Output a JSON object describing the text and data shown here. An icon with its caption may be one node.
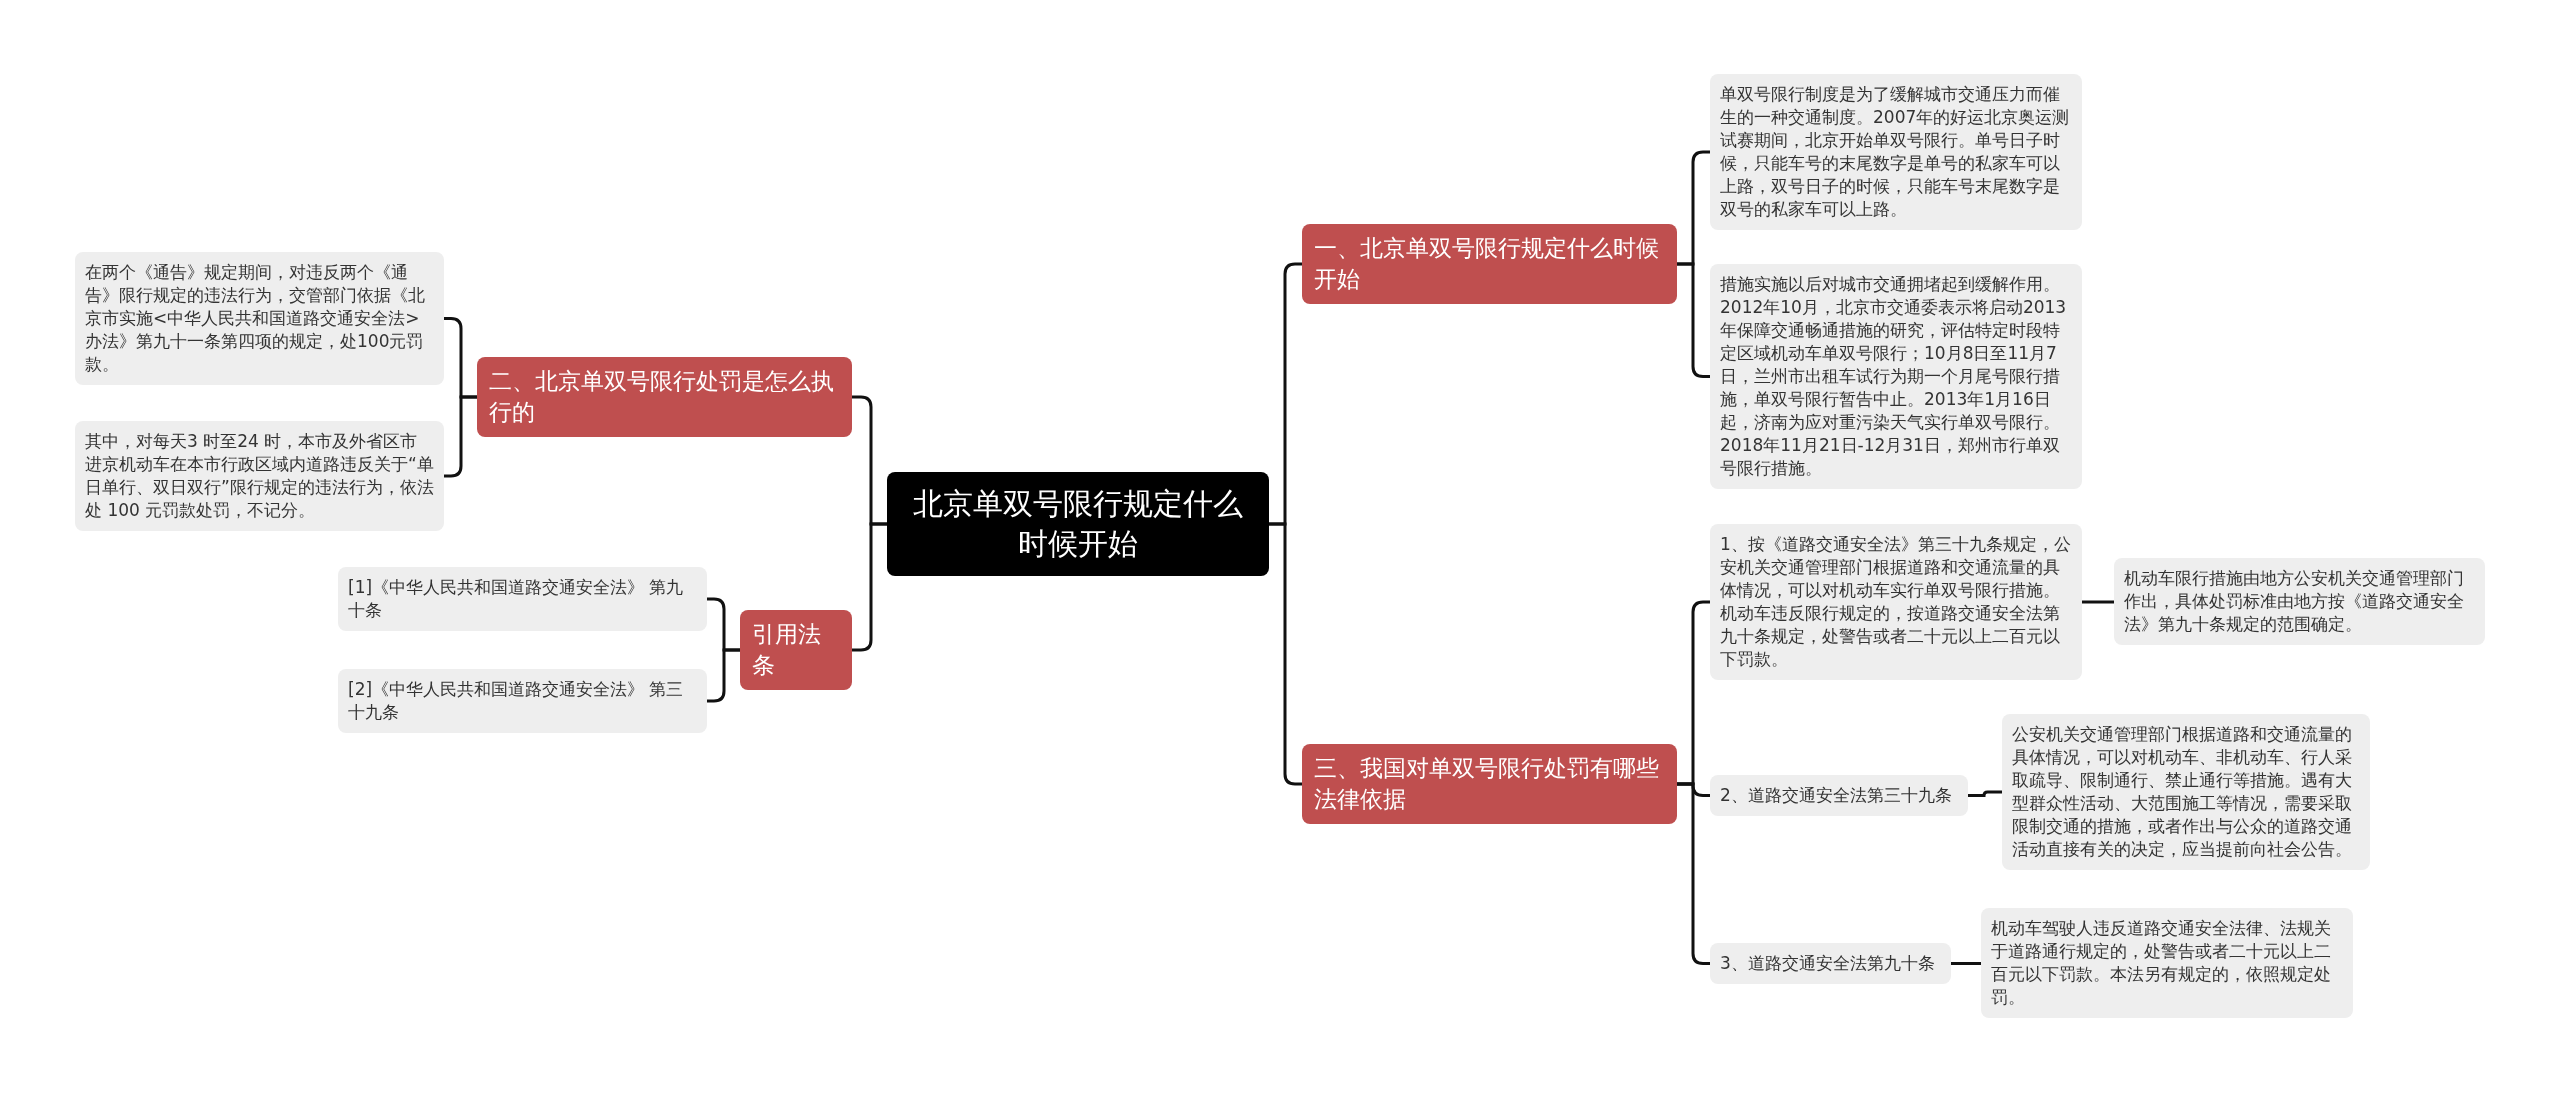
{
  "diagram": {
    "nodes": [
      {
        "text": [
          "北京单双号限行规定什么时候开始"
        ]
      },
      {
        "text": [
          "一、北京单双号限行规定什么时候开始"
        ]
      },
      {
        "text": [
          "单双号限行制度是为了缓解城市交通压力而催生的一种交通制度。2007年的好运北京奥运测试赛期间，北京开始单双号限行。单号日子时候，只能车号的末尾数字是单号的私家车可以上路，双号日子的时候，只能车号末尾数字是双号的私家车可以上路。"
        ]
      },
      {
        "text": [
          "措施实施以后对城市交通拥堵起到缓解作用。2012年10月，北京市交通委表示将启动2013年保障交通畅通措施的研究，评估特定时段特定区域机动车单双号限行；10月8日至11月7日，兰州市出租车试行为期一个月尾号限行措施，单双号限行暂告中止。2013年1月16日起，济南为应对重污染天气实行单双号限行。2018年11月21日-12月31日，郑州市行单双号限行措施。"
        ]
      },
      {
        "text": [
          "二、北京单双号限行处罚是怎么执行的"
        ]
      },
      {
        "text": [
          "在两个《通告》规定期间，对违反两个《通告》限行规定的违法行为，交管部门依据《北京市实施<中华人民共和国道路交通安全法>办法》第九十一条第四项的规定，处100元罚款。"
        ]
      },
      {
        "text": [
          "其中，对每天3 时至24 时，本市及外省区市进京机动车在本市行政区域内道路违反关于“单日单行、双日双行”限行规定的违法行为，依法处 100 元罚款处罚，不记分。"
        ]
      },
      {
        "text": [
          "引用法条"
        ]
      },
      {
        "text": [
          "[1]《中华人民共和国道路交通安全法》 第九十条"
        ]
      },
      {
        "text": [
          "[2]《中华人民共和国道路交通安全法》 第三十九条"
        ]
      },
      {
        "text": [
          "三、我国对单双号限行处罚有哪些法律依据"
        ]
      },
      {
        "text": [
          "1、按《道路交通安全法》第三十九条规定，公安机关交通管理部门根据道路和交通流量的具体情况，可以对机动车实行单双号限行措施。机动车违反限行规定的，按道路交通安全法第九十条规定，处警告或者二十元以上二百元以下罚款。"
        ]
      },
      {
        "text": [
          "机动车限行措施由地方公安机关交通管理部门作出，具体处罚标准由地方按《道路交通安全法》第九十条规定的范围确定。"
        ]
      },
      {
        "text": [
          "2、道路交通安全法第三十九条"
        ]
      },
      {
        "text": [
          "公安机关交通管理部门根据道路和交通流量的具体情况，可以对机动车、非机动车、行人采取疏导、限制通行、禁止通行等措施。遇有大型群众性活动、大范围施工等情况，需要采取限制交通的措施，或者作出与公众的道路交通活动直接有关的决定，应当提前向社会公告。"
        ]
      },
      {
        "text": [
          "3、道路交通安全法第九十条"
        ]
      },
      {
        "text": [
          "机动车驾驶人违反道路交通安全法律、法规关于道路通行规定的，处警告或者二十元以上二百元以下罚款。本法另有规定的，依照规定处罚。"
        ]
      }
    ],
    "edges": [
      {
        "from": 0,
        "to": 1,
        "arrow": "none"
      },
      {
        "from": 1,
        "to": 2,
        "arrow": "none"
      },
      {
        "from": 1,
        "to": 3,
        "arrow": "none"
      },
      {
        "from": 0,
        "to": 4,
        "arrow": "none"
      },
      {
        "from": 4,
        "to": 5,
        "arrow": "none"
      },
      {
        "from": 4,
        "to": 6,
        "arrow": "none"
      },
      {
        "from": 0,
        "to": 7,
        "arrow": "none"
      },
      {
        "from": 7,
        "to": 8,
        "arrow": "none"
      },
      {
        "from": 7,
        "to": 9,
        "arrow": "none"
      },
      {
        "from": 0,
        "to": 10,
        "arrow": "none"
      },
      {
        "from": 10,
        "to": 11,
        "arrow": "none"
      },
      {
        "from": 11,
        "to": 12,
        "arrow": "none"
      },
      {
        "from": 10,
        "to": 13,
        "arrow": "none"
      },
      {
        "from": 13,
        "to": 14,
        "arrow": "none"
      },
      {
        "from": 10,
        "to": 15,
        "arrow": "none"
      },
      {
        "from": 15,
        "to": 16,
        "arrow": "none"
      }
    ]
  }
}
